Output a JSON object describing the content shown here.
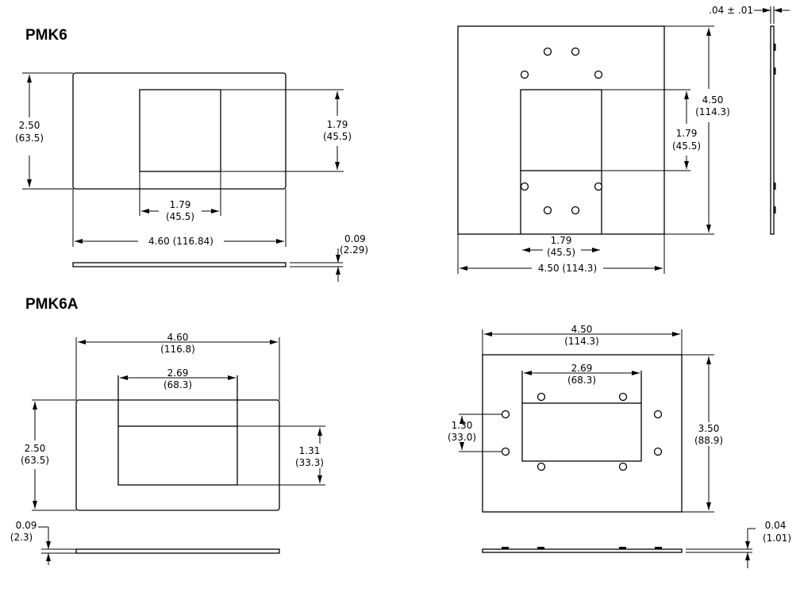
{
  "titles": {
    "pmk6": "PMK6",
    "pmk6a": "PMK6A"
  },
  "pmk6_front": {
    "height_in": "2.50",
    "height_mm": "(63.5)",
    "cut_h_in": "1.79",
    "cut_h_mm": "(45.5)",
    "cut_w_in": "1.79",
    "cut_w_mm": "(45.5)",
    "width": "4.60 (116.84)",
    "thick_in": "0.09",
    "thick_mm": "(2.29)"
  },
  "pmk6_back": {
    "top_dim": ".04 ± .01",
    "height_in": "4.50",
    "height_mm": "(114.3)",
    "cut_h_in": "1.79",
    "cut_h_mm": "(45.5)",
    "cut_w_in": "1.79",
    "cut_w_mm": "(45.5)",
    "width": "4.50 (114.3)"
  },
  "pmk6a_front": {
    "width_in": "4.60",
    "width_mm": "(116.8)",
    "cut_w_in": "2.69",
    "cut_w_mm": "(68.3)",
    "height_in": "2.50",
    "height_mm": "(63.5)",
    "cut_h_in": "1.31",
    "cut_h_mm": "(33.3)",
    "thick_in": "0.09",
    "thick_mm": "(2.3)"
  },
  "pmk6a_back": {
    "width_in": "4.50",
    "width_mm": "(114.3)",
    "cut_w_in": "2.69",
    "cut_w_mm": "(68.3)",
    "hole_span_in": "1.30",
    "hole_span_mm": "(33.0)",
    "height_in": "3.50",
    "height_mm": "(88.9)",
    "thick_in": "0.04",
    "thick_mm": "(1.01)"
  }
}
